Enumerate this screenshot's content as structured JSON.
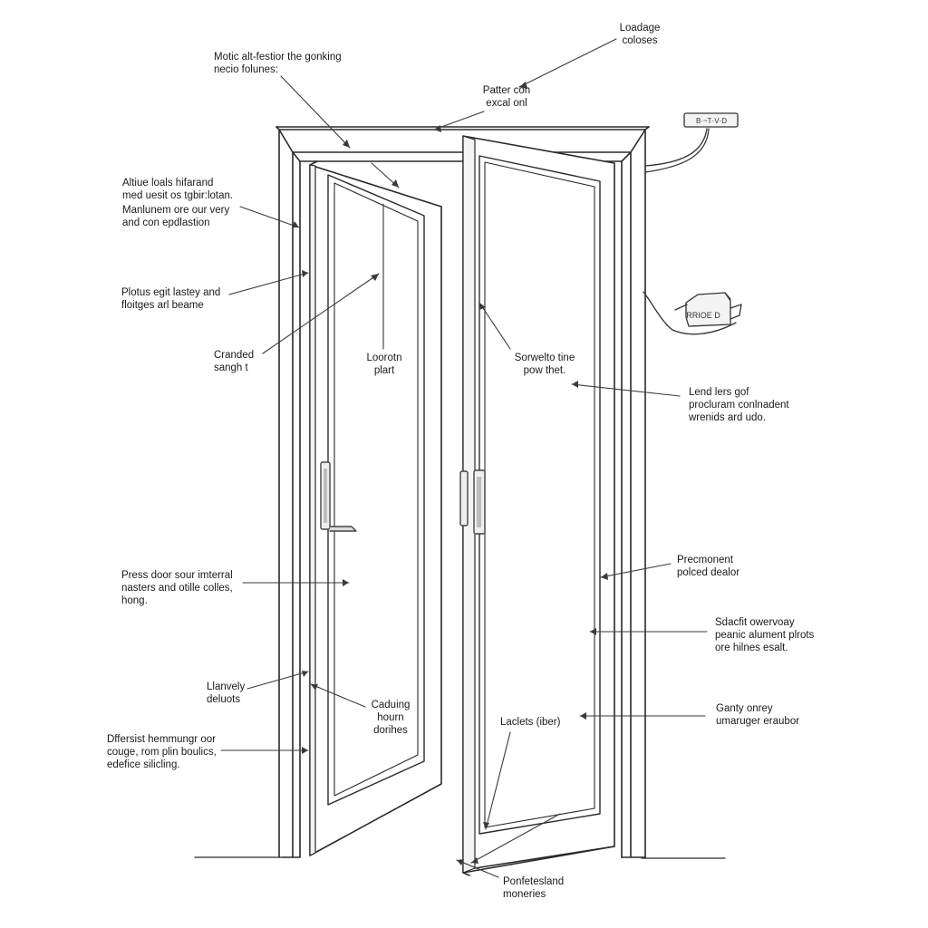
{
  "colors": {
    "line": "#2a2a2a",
    "thin": "#3a3a3a",
    "paper": "#ffffff",
    "handle": "#555555"
  },
  "icons": {
    "outlet": "wall-outlet-icon",
    "connector": "cable-connector-icon"
  },
  "labels": {
    "top_left_note": "Motic alt-festior the gonking\nnecio folunes:",
    "top_right_note": "Loadage\ncoloses",
    "upper_center_note": "Patter con\nexcal onl",
    "left_note_1": "Altiue loals hifarand\nmed uesit os tgbir:lotan.",
    "left_note_2": "Manlunem ore our very\nand con epdlastion",
    "left_note_3": "Plotus egit lastey and\nfloitges arl beame",
    "left_note_4": "Cranded\nsangh t",
    "left_door_center": "Loorotn\nplart",
    "right_door_center": "Sorwelto tine\npow thet.",
    "right_note_1": "Lend lers gof\nprocluram conlnadent\nwrenids ard udo.",
    "right_note_2": "Precmonent\npolced dealor",
    "left_note_5": "Press door sour imterral\nnasters and otille colles,\nhong.",
    "right_note_3": "Sdacfit owervoay\npeanic alument plrots\nore hilnes esalt.",
    "left_note_6": "Llanvely\ndeluots",
    "left_door_lower": "Caduing\nhourn\ndorihes",
    "right_door_lower": "Laclets (iber)",
    "right_note_4": "Ganty onrey\numaruger eraubor",
    "left_note_7": "Dffersist hemmungr oor\ncouge, rom plin boulics,\nedefice silicling.",
    "bottom_note": "Ponfetesland\nmoneries",
    "outlet_text": "B·~T·V·D",
    "connector_text": "RRIOE  D"
  }
}
